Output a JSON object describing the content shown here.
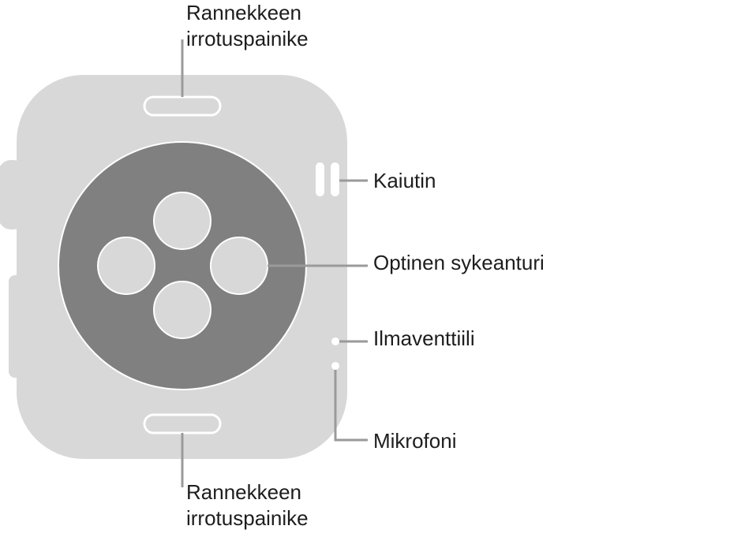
{
  "labels": {
    "band_release_top": {
      "line1": "Rannekkeen",
      "line2": "irrotuspainike"
    },
    "band_release_bottom": {
      "line1": "Rannekkeen",
      "line2": "irrotuspainike"
    },
    "speaker": "Kaiutin",
    "heart_rate_sensor": "Optinen sykeanturi",
    "air_vent": "Ilmaventtiili",
    "microphone": "Mikrofoni"
  },
  "colors": {
    "case": "#d8d8d8",
    "sensor_disk": "#808080",
    "lens": "#d8d8d8",
    "outline": "#ffffff",
    "leader_line": "#9a9a9a",
    "text": "#1d1d1f"
  }
}
